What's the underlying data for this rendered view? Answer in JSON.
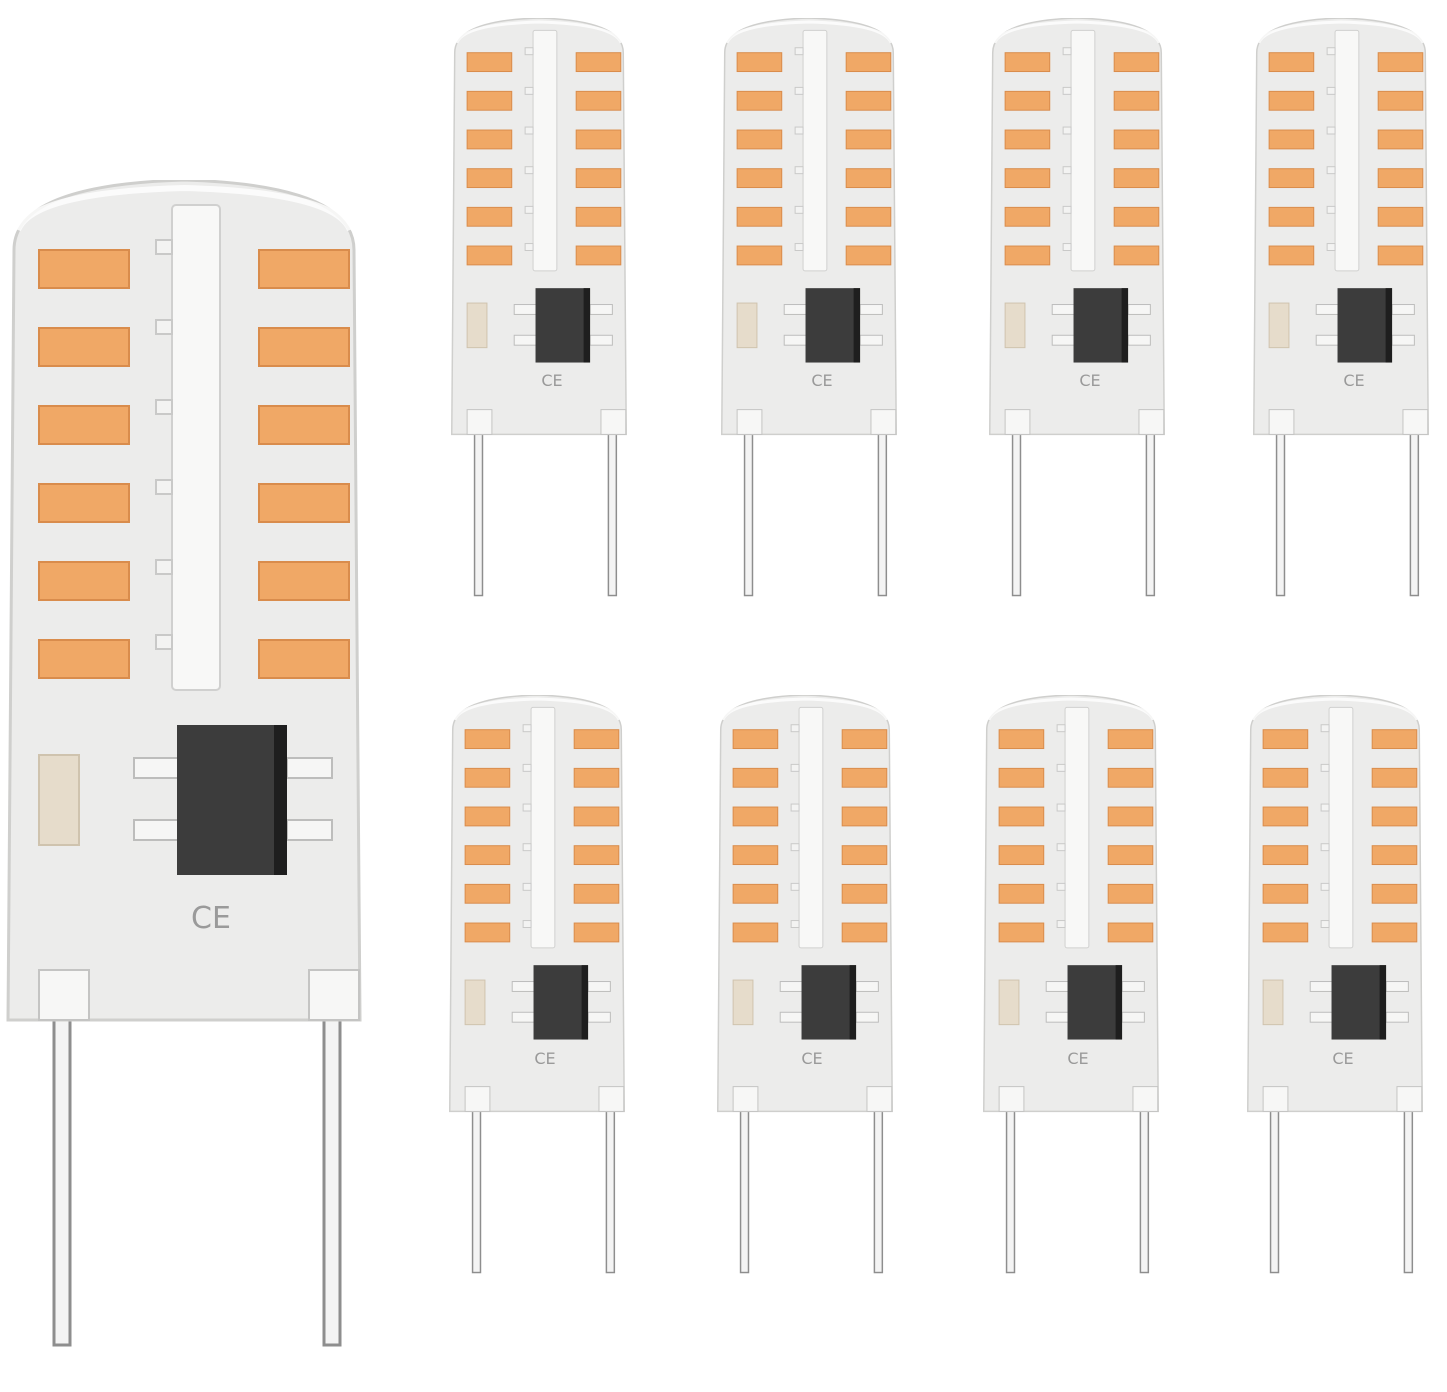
{
  "image": {
    "description_icon": "led-bulb-icon",
    "bulb_count": 9,
    "colors": {
      "background": "#ffffff",
      "silicone_body": "#ebebea",
      "silicone_edge": "#d6d6d4",
      "led_chip": "#f0a866",
      "led_chip_edge": "#d88a4a",
      "center_strip": "#f6f6f5",
      "driver_ic": "#3a3a3a",
      "resistor": "#e6dccb",
      "pin": "#f2f2f2",
      "pin_edge": "#9a9a9a"
    }
  },
  "bulbs": [
    {
      "mark": "CE",
      "size": "large"
    },
    {
      "mark": "CE",
      "size": "small"
    },
    {
      "mark": "CE",
      "size": "small"
    },
    {
      "mark": "CE",
      "size": "small"
    },
    {
      "mark": "CE",
      "size": "small"
    },
    {
      "mark": "CE",
      "size": "small"
    },
    {
      "mark": "CE",
      "size": "small"
    },
    {
      "mark": "CE",
      "size": "small"
    },
    {
      "mark": "CE",
      "size": "small"
    }
  ]
}
